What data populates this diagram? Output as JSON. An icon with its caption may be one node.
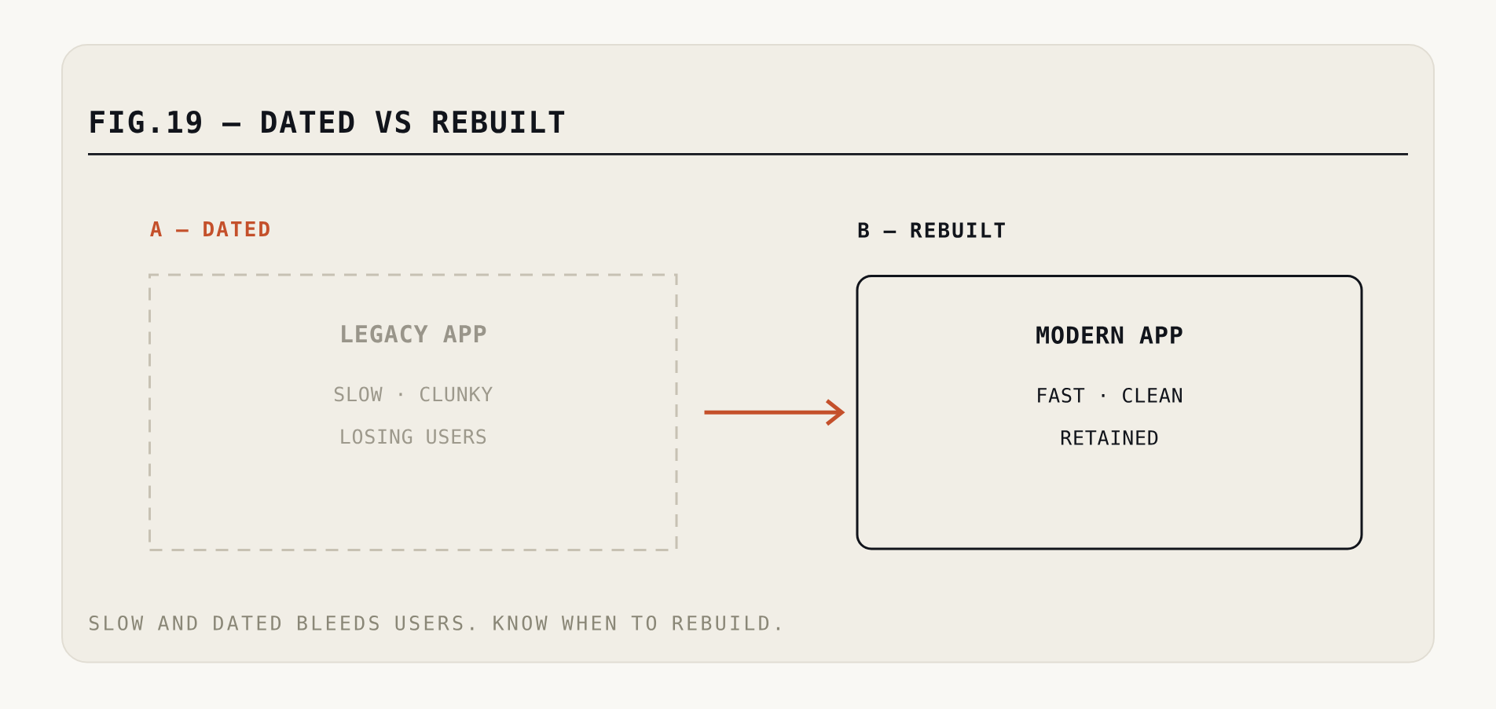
{
  "diagram": {
    "title": "FIG.19 — DATED VS REBUILT",
    "nodes": [
      {
        "text": [
          "A — DATED",
          "LEGACY APP",
          "SLOW · CLUNKY",
          "LOSING USERS"
        ]
      },
      {
        "text": [
          "B — REBUILT",
          "MODERN APP",
          "FAST · CLEAN",
          "RETAINED"
        ]
      }
    ],
    "edges": [
      {
        "from": 0,
        "to": 1,
        "arrow": "to",
        "color": "#c4502b"
      }
    ],
    "caption": "SLOW AND DATED BLEEDS USERS. KNOW WHEN TO REBUILD."
  }
}
